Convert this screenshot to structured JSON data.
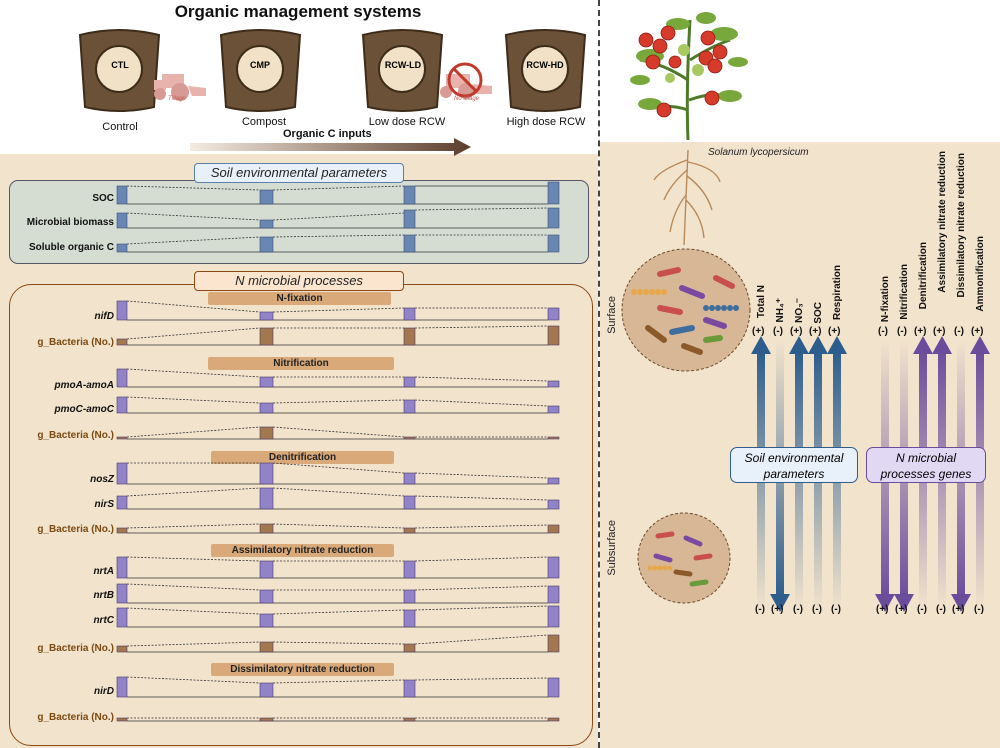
{
  "header": {
    "title": "Organic management systems",
    "c_inputs_label": "Organic C inputs",
    "treatments": [
      {
        "code": "CTL",
        "name": "Control"
      },
      {
        "code": "CMP",
        "name": "Compost"
      },
      {
        "code": "RCW-LD",
        "name": "Low dose RCW"
      },
      {
        "code": "RCW-HD",
        "name": "High dose RCW"
      }
    ],
    "tillage_label": "Tillage",
    "no_tillage_label": "No tillage"
  },
  "soil_env": {
    "title": "Soil environmental parameters",
    "rows": [
      "SOC",
      "Microbial biomass",
      "Soluble organic C"
    ]
  },
  "n_processes": {
    "title": "N microbial processes",
    "groups": [
      {
        "name": "N-fixation",
        "rows": [
          "nifD",
          "g_Bacteria (No.)"
        ]
      },
      {
        "name": "Nitrification",
        "rows": [
          "pmoA-amoA",
          "pmoC-amoC",
          "g_Bacteria (No.)"
        ]
      },
      {
        "name": "Denitrification",
        "rows": [
          "nosZ",
          "nirS",
          "g_Bacteria (No.)"
        ]
      },
      {
        "name": "Assimilatory nitrate reduction",
        "rows": [
          "nrtA",
          "nrtB",
          "nrtC",
          "g_Bacteria (No.)"
        ]
      },
      {
        "name": "Dissimilatory nitrate reduction",
        "rows": [
          "nirD",
          "g_Bacteria (No.)"
        ]
      }
    ]
  },
  "right": {
    "species": "Solanum lycopersicum",
    "surface_label": "Surface",
    "subsurface_label": "Subsurface",
    "env_box": "Soil environmental parameters",
    "genes_box": "N microbial processes genes",
    "env_params": [
      {
        "name": "Total N",
        "top": "(+)",
        "bottom": "(-)"
      },
      {
        "name": "NH₄⁺",
        "top": "(-)",
        "bottom": "(+)"
      },
      {
        "name": "NO₃⁻",
        "top": "(+)",
        "bottom": "(-)"
      },
      {
        "name": "SOC",
        "top": "(+)",
        "bottom": "(-)"
      },
      {
        "name": "Respiration",
        "top": "(+)",
        "bottom": "(-)"
      }
    ],
    "genes": [
      {
        "name": "N-fixation",
        "top": "(-)",
        "bottom": "(+)"
      },
      {
        "name": "Nitrification",
        "top": "(-)",
        "bottom": "(+)"
      },
      {
        "name": "Denitrification",
        "top": "(+)",
        "bottom": "(-)"
      },
      {
        "name": "Assimilatory nitrate reduction",
        "top": "(+)",
        "bottom": "(-)"
      },
      {
        "name": "Dissimilatory nitrate reduction",
        "top": "(-)",
        "bottom": "(+)"
      },
      {
        "name": "Ammonification",
        "top": "(+)",
        "bottom": "(-)"
      }
    ]
  },
  "colors": {
    "background": "#f2e3cc",
    "env_bar": "#6a86b2",
    "gene_bar": "#9283c9",
    "bact_bar": "#a3784e",
    "env_arrow": "#2c5d8c",
    "gene_arrow": "#6a4c9c"
  }
}
